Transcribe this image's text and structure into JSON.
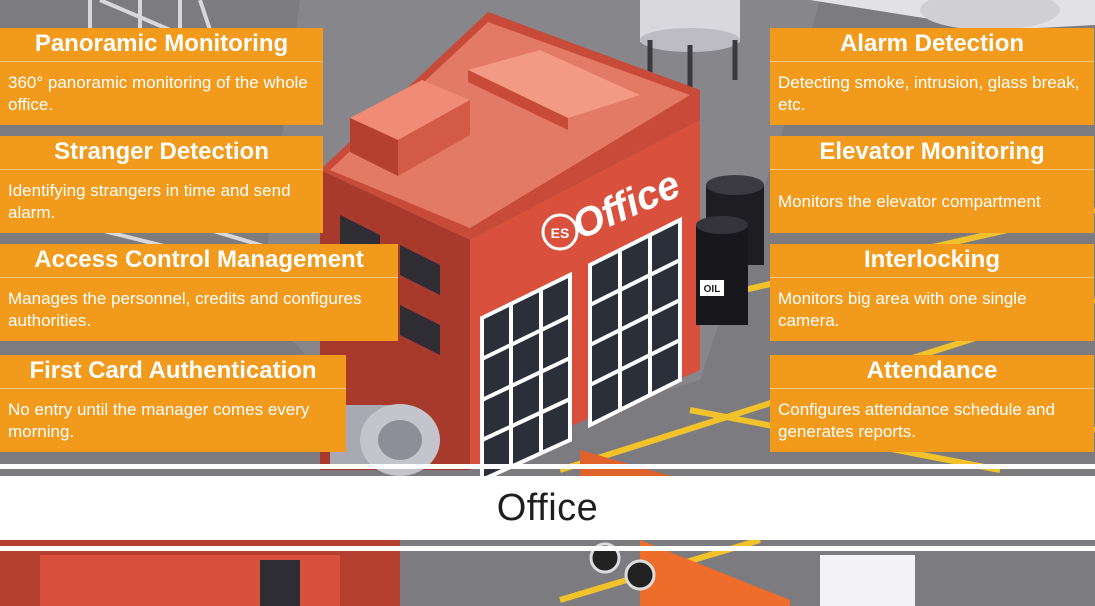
{
  "cards": {
    "left": [
      {
        "title": "Panoramic Monitoring",
        "desc": "360° panoramic monitoring of the whole office."
      },
      {
        "title": "Stranger Detection",
        "desc": "Identifying strangers in time and send alarm."
      },
      {
        "title": "Access Control Management",
        "desc": "Manages the personnel, credits and configures authorities."
      },
      {
        "title": "First Card Authentication",
        "desc": "No entry until the manager comes every morning."
      }
    ],
    "right": [
      {
        "title": "Alarm Detection",
        "desc": "Detecting smoke, intrusion, glass break, etc."
      },
      {
        "title": "Elevator Monitoring",
        "desc": "Monitors the elevator compartment"
      },
      {
        "title": "Interlocking",
        "desc": "Monitors big area with one single camera."
      },
      {
        "title": "Attendance",
        "desc": "Configures attendance schedule and generates reports."
      }
    ]
  },
  "scene": {
    "building_sign": "Office",
    "logo_text": "ES",
    "barrel_label": "OIL"
  },
  "banner": {
    "label": "Office"
  },
  "colors": {
    "card_bg": "#f29a1c",
    "building_red": "#cf4b3a",
    "ground": "#7b7b80",
    "road_line": "#f2c22b"
  }
}
